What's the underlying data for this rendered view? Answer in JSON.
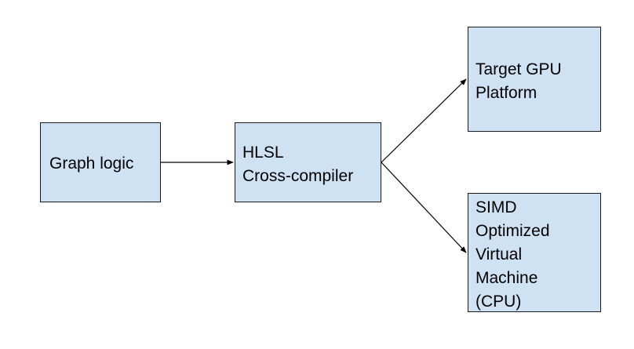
{
  "nodes": {
    "graph_logic": "Graph logic",
    "hlsl": "HLSL\nCross-compiler",
    "target_gpu": "Target GPU\nPlatform",
    "simd": "SIMD\nOptimized\nVirtual\nMachine\n(CPU)"
  },
  "colors": {
    "node_fill": "#cfe2f3",
    "node_border": "#1a1a1a",
    "edge": "#000000"
  }
}
